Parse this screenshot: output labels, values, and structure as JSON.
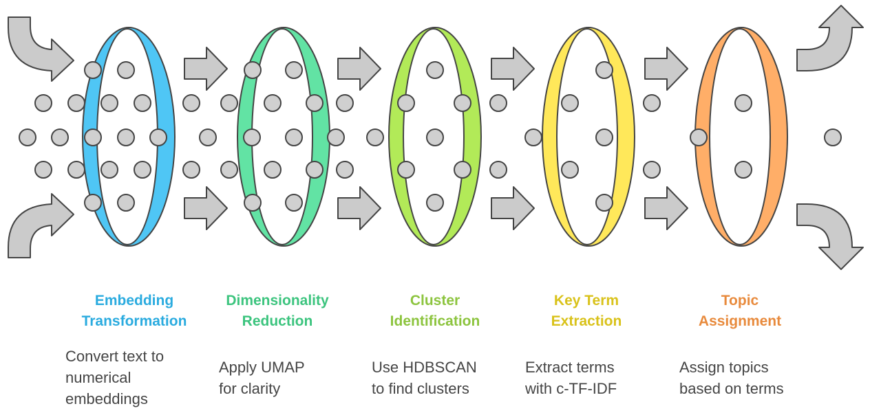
{
  "steps": [
    {
      "title_line1": "Embedding",
      "title_line2": "Transformation",
      "desc_lines": [
        "Convert text to",
        "numerical",
        "embeddings"
      ],
      "color": "#4fc6f5",
      "title_color": "#2aabdf"
    },
    {
      "title_line1": "Dimensionality",
      "title_line2": "Reduction",
      "desc_lines": [
        "Apply UMAP",
        "for clarity"
      ],
      "color": "#62e3a4",
      "title_color": "#3cc47e"
    },
    {
      "title_line1": "Cluster",
      "title_line2": "Identification",
      "desc_lines": [
        "Use HDBSCAN",
        "to find clusters"
      ],
      "color": "#b2ea58",
      "title_color": "#8cc43e"
    },
    {
      "title_line1": "Key Term",
      "title_line2": "Extraction",
      "desc_lines": [
        "Extract terms",
        "with c-TF-IDF"
      ],
      "color": "#ffe85a",
      "title_color": "#d9c21a"
    },
    {
      "title_line1": "Topic",
      "title_line2": "Assignment",
      "desc_lines": [
        "Assign topics",
        "based on terms"
      ],
      "color": "#ffae68",
      "title_color": "#e88a3c"
    }
  ],
  "colors": {
    "arrow_fill": "#cbcbcb",
    "stroke": "#444444",
    "dot_fill": "#d0d0d0"
  }
}
